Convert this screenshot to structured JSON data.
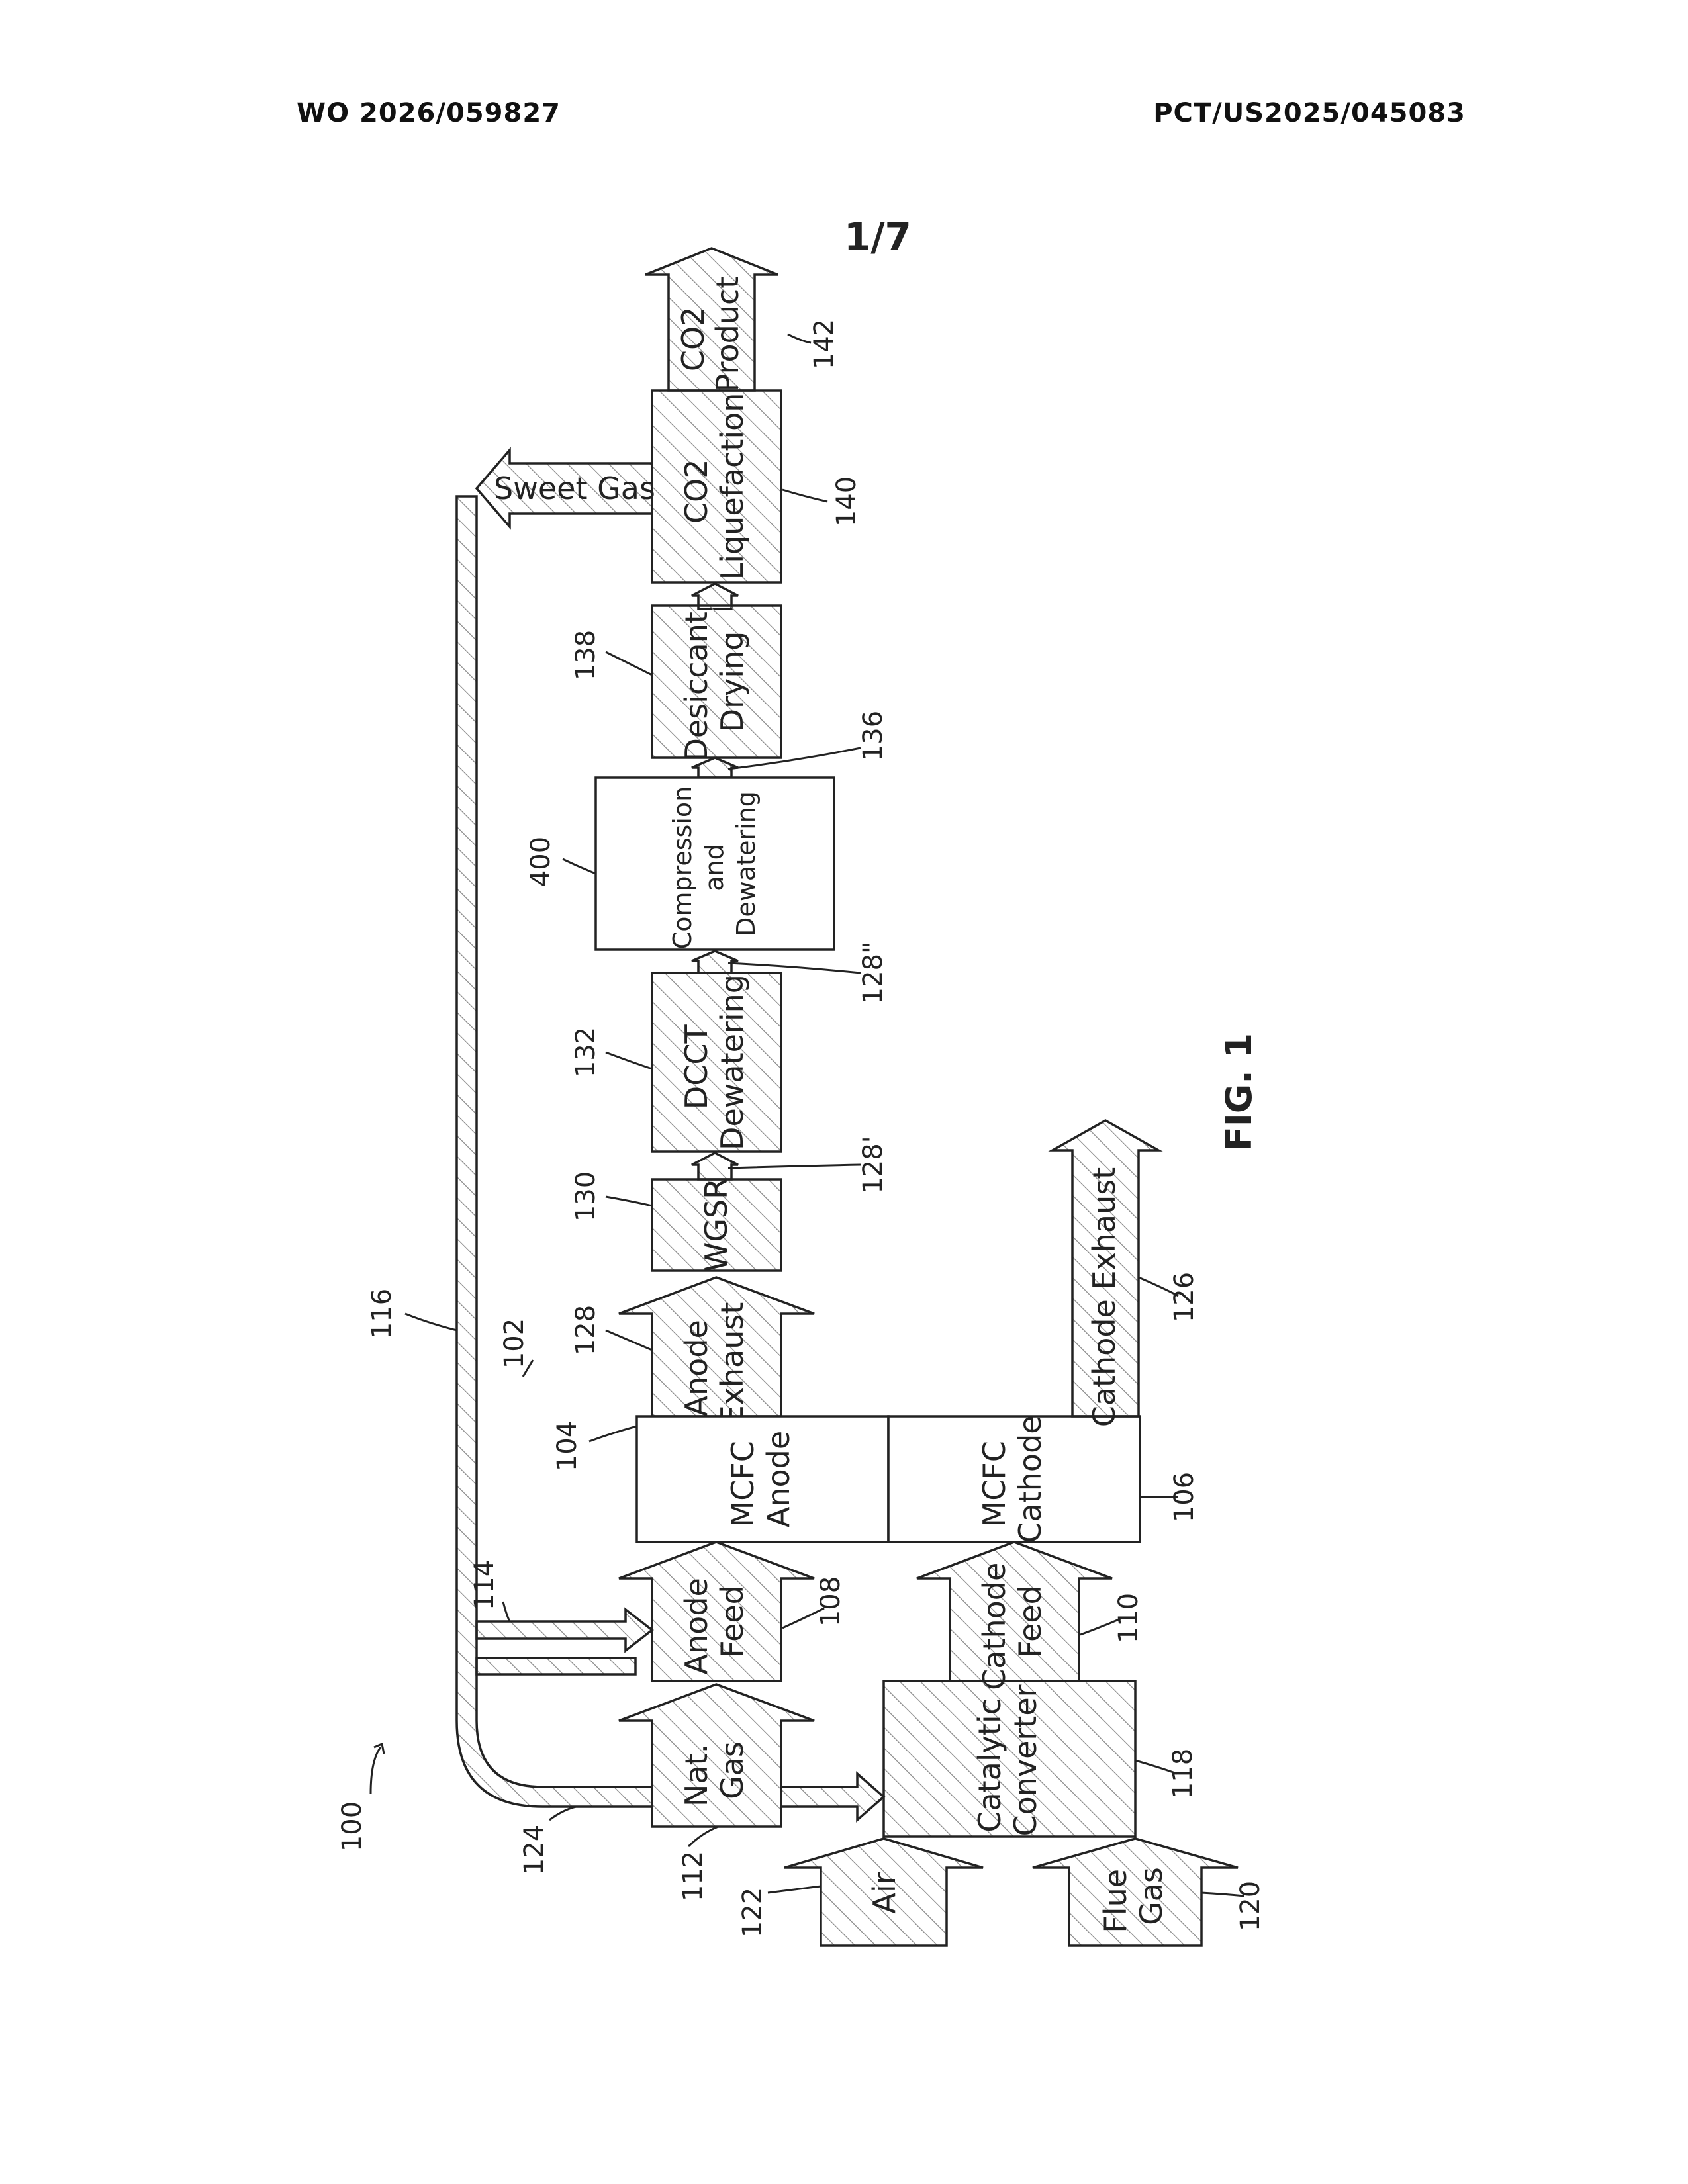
{
  "header": {
    "publication_number": "WO 2026/059827",
    "application_number": "PCT/US2025/045083"
  },
  "sheet": "1/7",
  "figure_label": "FIG. 1",
  "blocks": {
    "mcfc_anode": [
      "MCFC",
      "Anode"
    ],
    "mcfc_cathode": [
      "MCFC",
      "Cathode"
    ],
    "wgsr": "WGSR",
    "dcct": [
      "DCCT",
      "Dewatering"
    ],
    "compression": [
      "Compression",
      "and",
      "Dewatering"
    ],
    "desiccant": [
      "Desiccant",
      "Drying"
    ],
    "liquefaction": [
      "CO2",
      "Liquefaction"
    ],
    "catalytic": [
      "Catalytic",
      "Converter"
    ]
  },
  "streams": {
    "anode_feed": [
      "Anode",
      "Feed"
    ],
    "nat_gas": [
      "Nat.",
      "Gas"
    ],
    "cathode_feed": [
      "Cathode",
      "Feed"
    ],
    "anode_exhaust": [
      "Anode",
      "Exhaust"
    ],
    "cathode_exhaust": "Cathode Exhaust",
    "sweet_gas": "Sweet Gas",
    "co2_product": [
      "CO2",
      "Product"
    ],
    "air": "Air",
    "flue_gas": [
      "Flue",
      "Gas"
    ]
  },
  "refs": {
    "system": "100",
    "fuel_cell": "102",
    "anode": "104",
    "cathode": "106",
    "anode_feed": "108",
    "cathode_feed": "110",
    "nat_gas": "112",
    "recycle_branch": "114",
    "recycle_line": "116",
    "catalytic": "118",
    "flue_gas": "120",
    "air": "122",
    "nat_gas_line": "124",
    "cathode_exhaust": "126",
    "anode_exhaust": "128",
    "wgsr_out": "128'",
    "dcct_out": "128\"",
    "wgsr": "130",
    "dcct": "132",
    "comp_out": "136",
    "desiccant": "138",
    "liquefaction": "140",
    "co2_product": "142",
    "compression": "400"
  },
  "colors": {
    "line": "#222222",
    "fill": "#ffffff"
  }
}
